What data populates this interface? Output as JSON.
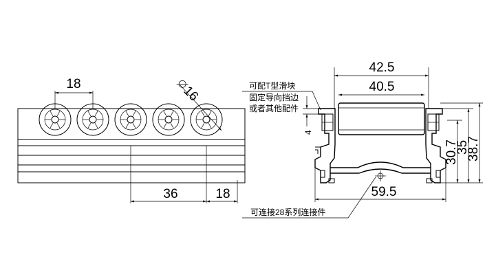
{
  "side_view": {
    "dim_pitch_top": "18",
    "dim_diameter": "16",
    "dim_spacing_bottom": "36",
    "dim_end_bottom": "18",
    "roller_count": 5
  },
  "section_view": {
    "dim_width_outer": "42.5",
    "dim_width_inner": "40.5",
    "dim_base_width": "59.5",
    "dim_height_total": "38.7",
    "dim_height_mid": "35",
    "dim_height_low": "30.7",
    "dim_gap": "4"
  },
  "notes": {
    "note_top_line1": "可配T型滑块",
    "note_top_line2": "固定导向挡边",
    "note_top_line3": "或者其他配件",
    "note_bottom": "可连接28系列连接件"
  }
}
